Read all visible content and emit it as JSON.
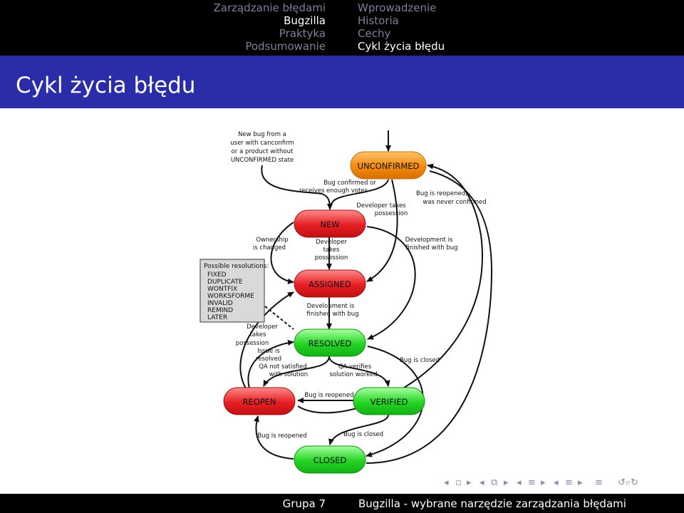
{
  "header": {
    "nav_left": [
      "Zarządzanie błędami",
      "Bugzilla",
      "Praktyka",
      "Podsumowanie"
    ],
    "nav_right": [
      "Wprowadzenie",
      "Historia",
      "Cechy",
      "Cykl życia błędu"
    ],
    "active_section": "Bugzilla",
    "active_subsection": "Cykl życia błędu"
  },
  "slide": {
    "title": "Cykl życia błędu"
  },
  "diagram": {
    "states": {
      "unconfirmed": "UNCONFIRMED",
      "new": "NEW",
      "assigned": "ASSIGNED",
      "resolved": "RESOLVED",
      "reopen": "REOPEN",
      "verified": "VERIFIED",
      "closed": "CLOSED"
    },
    "resolutions_box": {
      "title": "Possible resolutions:",
      "items": [
        "FIXED",
        "DUPLICATE",
        "WONTFIX",
        "WORKSFORME",
        "INVALID",
        "REMIND",
        "LATER"
      ]
    },
    "labels": {
      "new_bug": [
        "New bug from a",
        "user with canconfirm",
        "or a product without",
        "UNCONFIRMED state"
      ],
      "bug_confirmed": [
        "Bug confirmed or",
        "receives enough votes"
      ],
      "dev_takes_possession_top": [
        "Developer takes",
        "possession"
      ],
      "bug_reopened_never": [
        "Bug is reopened,",
        "was never confirmed"
      ],
      "ownership_changed": [
        "Ownership",
        "is changed"
      ],
      "dev_takes_possession_mid": [
        "Developer",
        "takes",
        "possession"
      ],
      "dev_finished_with_bug_right": [
        "Development is",
        "finished with bug"
      ],
      "dev_finished_with_bug_center": [
        "Development is",
        "finished with bug"
      ],
      "dev_takes_possession_left": [
        "Developer",
        "takes",
        "possession"
      ],
      "issue_resolved": [
        "Issue is",
        "resolved"
      ],
      "qa_not_satisfied": [
        "QA not satisfied",
        "with solution"
      ],
      "qa_verifies": [
        "QA verifies",
        "solution worked"
      ],
      "bug_is_closed_right": "Bug is closed",
      "bug_is_reopened_mid": "Bug is reopened",
      "bug_is_reopened_bottom": "Bug is reopened",
      "bug_is_closed_bottom": "Bug is closed"
    }
  },
  "footer": {
    "left": "Grupa 7",
    "right": "Bugzilla - wybrane narzędzie zarządzania błędami"
  },
  "colors": {
    "header_bg": "#000000",
    "titlebar_bg": "#2b2ca8",
    "orange_state": "#f59a1e",
    "red_state": "#e8262a",
    "green_state": "#2ed62e"
  },
  "beamer_nav_icons": [
    "nav-frame-prev-icon",
    "nav-frame-next-icon",
    "nav-subsection-prev-icon",
    "nav-subsection-next-icon",
    "nav-section-prev-icon",
    "nav-section-next-icon",
    "nav-align-icon",
    "nav-search-icon"
  ]
}
